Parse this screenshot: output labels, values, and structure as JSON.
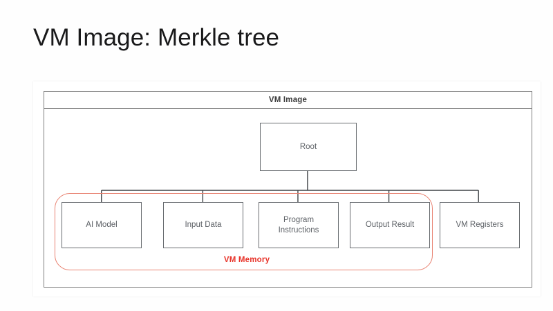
{
  "slide": {
    "title": "VM Image: Merkle tree"
  },
  "diagram": {
    "container_label": "VM Image",
    "root": {
      "label": "Root"
    },
    "leaves": [
      {
        "label": "AI Model"
      },
      {
        "label": "Input Data"
      },
      {
        "label": "Program\nInstructions"
      },
      {
        "label": "Output Result"
      },
      {
        "label": "VM Registers"
      }
    ],
    "group": {
      "label": "VM Memory",
      "color": "#e8342a",
      "border_color": "#e8806f",
      "members": [
        "AI Model",
        "Input Data",
        "Program Instructions",
        "Output Result"
      ]
    },
    "colors": {
      "node_border": "#666a6e",
      "node_text": "#5d6166",
      "container_border": "#7d7d7d",
      "connector": "#3f4246",
      "background": "#ffffff"
    }
  }
}
